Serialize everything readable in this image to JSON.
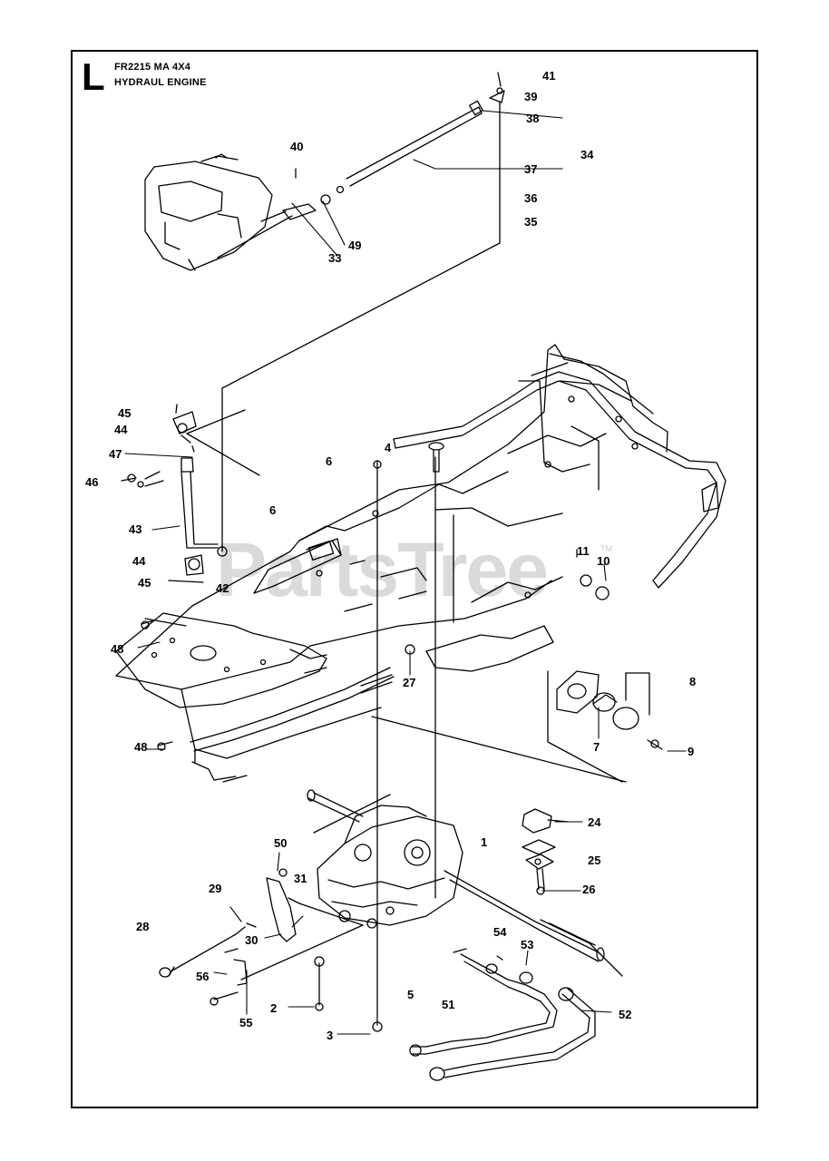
{
  "header": {
    "section_letter": "L",
    "model": "FR2215 MA 4X4",
    "group": "HYDRAUL ENGINE"
  },
  "watermark": {
    "text": "PartsTree",
    "trademark": "TM"
  },
  "callouts": {
    "c1": "1",
    "c2": "2",
    "c3": "3",
    "c4": "4",
    "c5": "5",
    "c6a": "6",
    "c6b": "6",
    "c7": "7",
    "c8": "8",
    "c9": "9",
    "c10": "10",
    "c11": "11",
    "c24": "24",
    "c25": "25",
    "c26": "26",
    "c27": "27",
    "c28": "28",
    "c29": "29",
    "c30": "30",
    "c31": "31",
    "c33": "33",
    "c34": "34",
    "c35": "35",
    "c36": "36",
    "c37": "37",
    "c38": "38",
    "c39": "39",
    "c40": "40",
    "c41": "41",
    "c42": "42",
    "c43": "43",
    "c44a": "44",
    "c44b": "44",
    "c45a": "45",
    "c45b": "45",
    "c46": "46",
    "c47": "47",
    "c48a": "48",
    "c48b": "48",
    "c49": "49",
    "c50": "50",
    "c51": "51",
    "c52": "52",
    "c53": "53",
    "c54": "54",
    "c55": "55",
    "c56": "56"
  }
}
